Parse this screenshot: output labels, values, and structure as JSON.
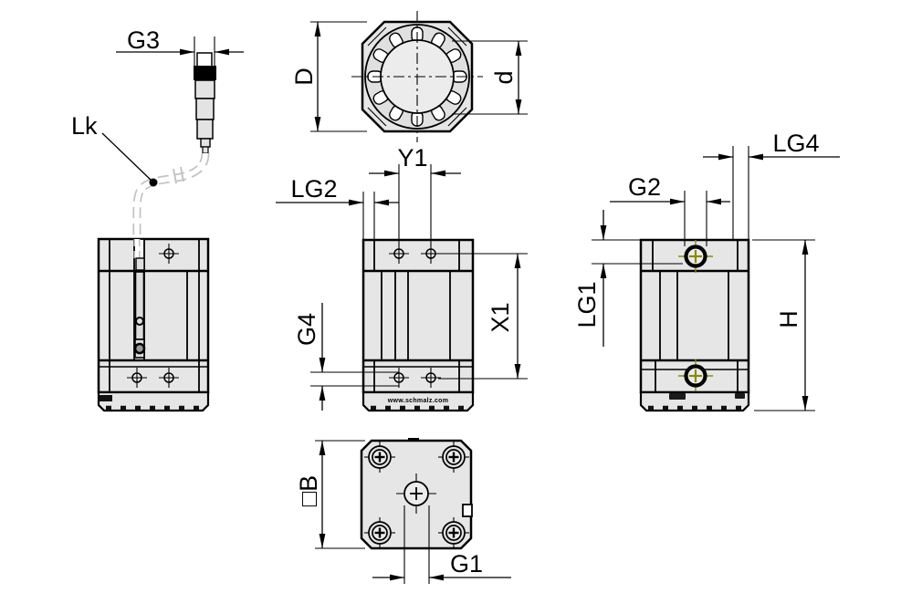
{
  "drawing": {
    "labels": {
      "g3": "G3",
      "lk": "Lk",
      "D": "D",
      "d": "d",
      "y1": "Y1",
      "lg2": "LG2",
      "g4": "G4",
      "x1": "X1",
      "lg4": "LG4",
      "g2": "G2",
      "lg1": "LG1",
      "h": "H",
      "square_b": "□B",
      "g1": "G1"
    },
    "watermark": "www.schmalz.com",
    "colors": {
      "body_fill": "#e6e6e6",
      "outline": "#000000",
      "port_marker": "#8a8a00",
      "cable": "#c3c3c3"
    }
  }
}
